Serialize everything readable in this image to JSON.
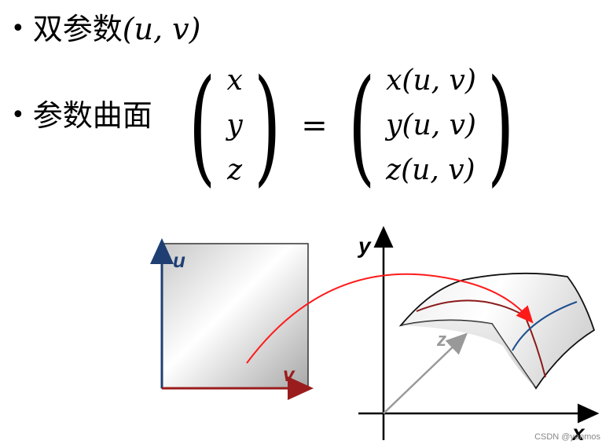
{
  "bullets": [
    {
      "symbol": "•",
      "text": "双参数",
      "math": "(u, v)"
    },
    {
      "symbol": "•",
      "text": "参数曲面"
    }
  ],
  "formula": {
    "lhs": [
      "x",
      "y",
      "z"
    ],
    "equals": "=",
    "rhs": [
      "x(u, v)",
      "y(u, v)",
      "z(u, v)"
    ]
  },
  "diagram": {
    "param_square": {
      "u_label": "u",
      "v_label": "v"
    },
    "axes": {
      "x_label": "x",
      "y_label": "y",
      "z_label": "z"
    },
    "colors": {
      "u_axis": "#1f3f73",
      "v_axis": "#9b1c1c",
      "mapping_arrow": "#ff1a1a",
      "u_curve": "#1f4f8f",
      "v_curve": "#8b1a1a"
    }
  },
  "watermark": "CSDN @yanmos"
}
